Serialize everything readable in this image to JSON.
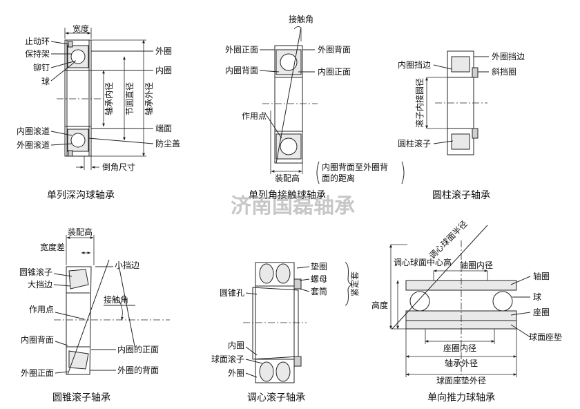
{
  "watermark": "济南国磊轴承",
  "deep_groove": {
    "caption": "单列深沟球轴承",
    "labels": [
      "宽度",
      "止动环",
      "保持架",
      "铆钉",
      "球",
      "外圈",
      "内圈",
      "内圈滚道",
      "外圈滚道",
      "端面",
      "防尘盖",
      "倒角尺寸"
    ],
    "vertical": [
      "轴承内径",
      "节圆直径",
      "轴承外径"
    ]
  },
  "angular": {
    "caption": "单列角接触球轴承",
    "labels": [
      "接触角",
      "外圈正面",
      "外圈背面",
      "内圈背面",
      "内圈正面",
      "作用点",
      "装配高",
      "内圈背面至外圈背",
      "面的距离"
    ]
  },
  "cylindrical": {
    "caption": "圆柱滚子轴承",
    "labels": [
      "外圈挡边",
      "内圈挡边",
      "斜挡圈",
      "圆柱滚子"
    ],
    "vertical": [
      "滚子内接圆径"
    ]
  },
  "tapered": {
    "caption": "圆锥滚子轴承",
    "labels": [
      "装配高",
      "宽度差",
      "圆锥滚子",
      "大挡边",
      "小挡边",
      "接触角",
      "作用点",
      "内圈背面",
      "内圈的正面",
      "外圈正面",
      "外圈的背面"
    ]
  },
  "spherical": {
    "caption": "调心滚子轴承",
    "labels": [
      "垫圈",
      "螺母",
      "套筒",
      "圆锥孔",
      "内圈",
      "球面滚子",
      "外圈"
    ],
    "vertical": [
      "紧定套"
    ]
  },
  "thrust": {
    "caption": "单向推力球轴承",
    "labels": [
      "调心球面中心高",
      "轴圈内径",
      "轴圈",
      "球",
      "高度",
      "座圈",
      "球面座垫",
      "座圈内径",
      "轴承外径",
      "球面座垫外径"
    ],
    "diagonal": "调心球面半径"
  }
}
